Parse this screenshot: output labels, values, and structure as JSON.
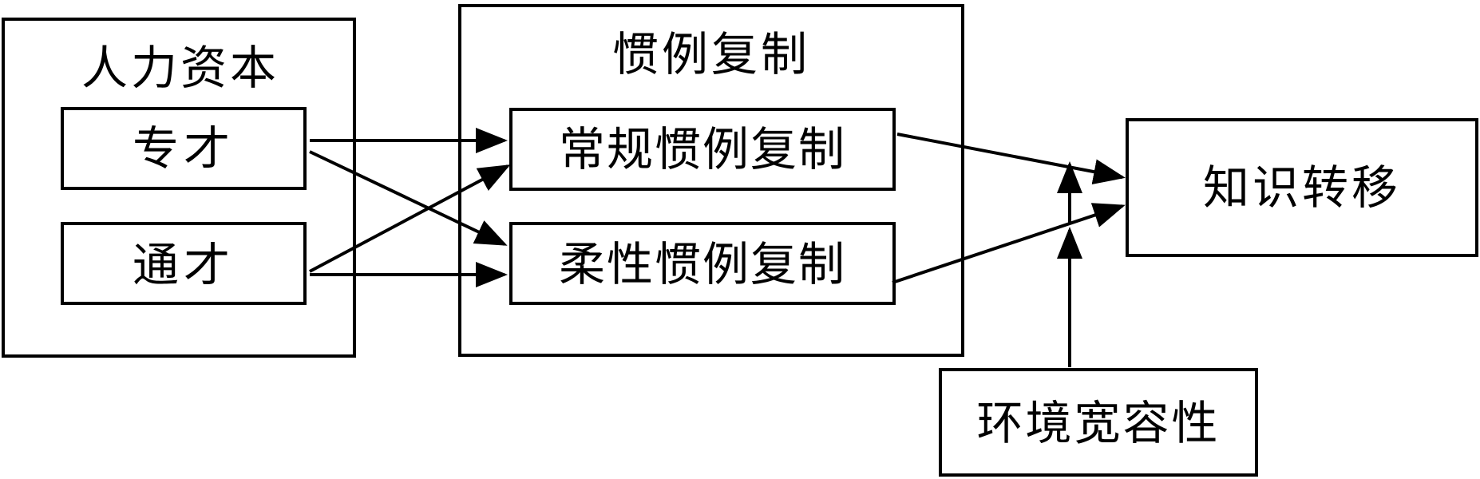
{
  "diagram": {
    "human_capital": {
      "title": "人力资本",
      "specialist": "专才",
      "generalist": "通才"
    },
    "routine_replication": {
      "title": "惯例复制",
      "conventional": "常规惯例复制",
      "flexible": "柔性惯例复制"
    },
    "knowledge_transfer": "知识转移",
    "environment_tolerance": "环境宽容性"
  }
}
